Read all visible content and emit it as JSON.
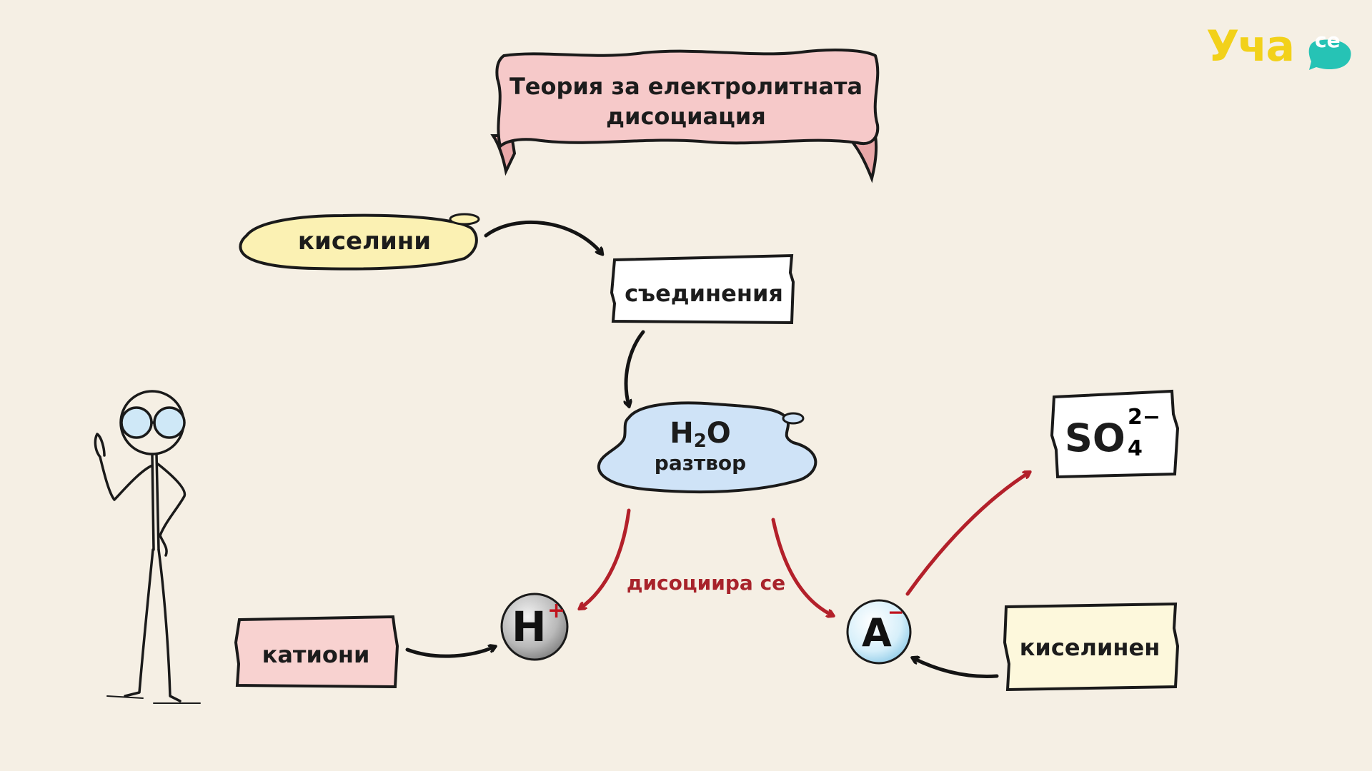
{
  "title": {
    "line1": "Теория за електролитната",
    "line2": "дисоциация"
  },
  "brand": {
    "logo_text": "Уча",
    "logo_badge": "се"
  },
  "nodes": {
    "acids": "киселини",
    "compounds": "съединения",
    "water": {
      "formula_main": "H",
      "formula_sub": "2",
      "formula_end": "O",
      "label": "разтвор"
    },
    "sulfate": {
      "main": "SO",
      "sub": "4",
      "sup": "2−"
    },
    "cations": "катиони",
    "acidic": "киселинен",
    "hydrogen_ion": {
      "symbol": "H",
      "charge": "+"
    },
    "anion": {
      "symbol": "A",
      "charge": "−"
    }
  },
  "edges": {
    "dissociates": "дисоциира се"
  },
  "colors": {
    "background": "#f5efe4",
    "title_scroll": "#f6c9c9",
    "acids_blob": "#fbf1b3",
    "water_blob": "#cfe3f7",
    "cations_box": "#f8d2d0",
    "acidic_box": "#fdf8dc",
    "red_arrow": "#b3202a",
    "logo": "#f2d11a",
    "logo_badge": "#26c3b5"
  }
}
